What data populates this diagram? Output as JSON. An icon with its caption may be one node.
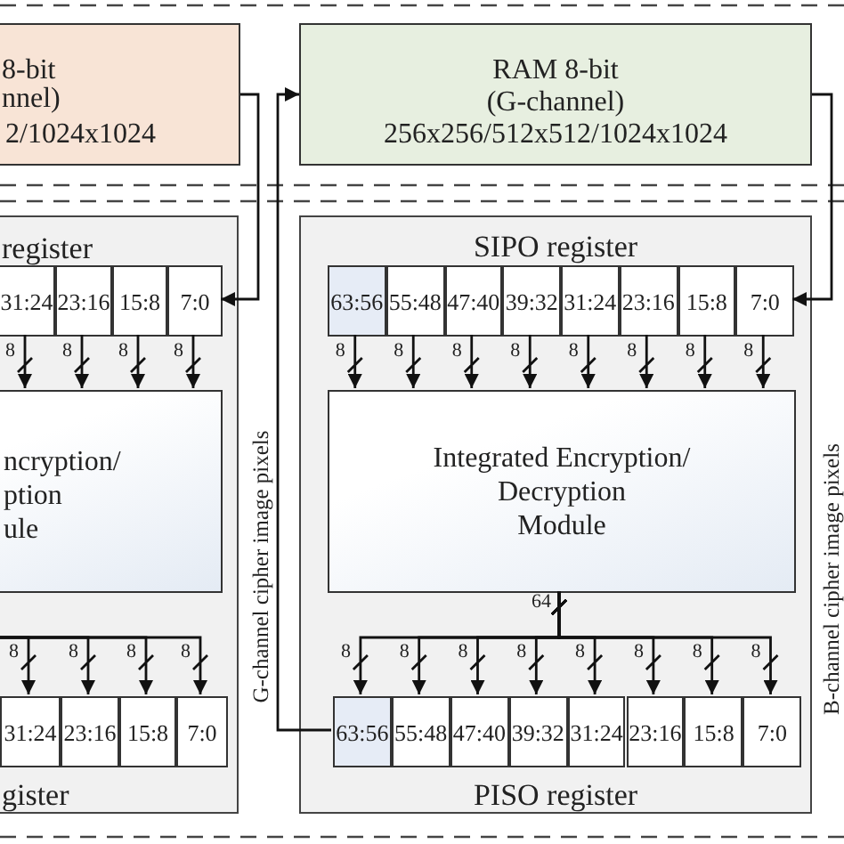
{
  "diagram": {
    "nodes": [
      {
        "text": [
          "8-bit",
          "nnel)",
          "2/1024x1024"
        ]
      },
      {
        "text": [
          "RAM 8-bit",
          "(G-channel)",
          "256x256/512x512/1024x1024"
        ]
      },
      {
        "text": [
          "register",
          "gister"
        ]
      },
      {
        "text": [
          "31:24"
        ],
        "in": 2
      },
      {
        "text": [
          "23:16"
        ],
        "in": 2
      },
      {
        "text": [
          "15:8"
        ],
        "in": 2
      },
      {
        "text": [
          "7:0"
        ],
        "in": 2
      },
      {
        "text": [
          "ncryption/",
          "ption",
          "ule"
        ],
        "in": 2
      },
      {
        "text": [
          "31:24"
        ],
        "in": 2
      },
      {
        "text": [
          "23:16"
        ],
        "in": 2
      },
      {
        "text": [
          "15:8"
        ],
        "in": 2
      },
      {
        "text": [
          "7:0"
        ],
        "in": 2
      },
      {
        "text": [
          "SIPO register",
          "PISO register"
        ]
      },
      {
        "text": [
          "63:56"
        ],
        "in": 12
      },
      {
        "text": [
          "55:48"
        ],
        "in": 12
      },
      {
        "text": [
          "47:40"
        ],
        "in": 12
      },
      {
        "text": [
          "39:32"
        ],
        "in": 12
      },
      {
        "text": [
          "31:24"
        ],
        "in": 12
      },
      {
        "text": [
          "23:16"
        ],
        "in": 12
      },
      {
        "text": [
          "15:8"
        ],
        "in": 12
      },
      {
        "text": [
          "7:0"
        ],
        "in": 12
      },
      {
        "text": [
          "Integrated Encryption/",
          "Decryption",
          "Module"
        ],
        "in": 12
      },
      {
        "text": [
          "63:56"
        ],
        "in": 12
      },
      {
        "text": [
          "55:48"
        ],
        "in": 12
      },
      {
        "text": [
          "47:40"
        ],
        "in": 12
      },
      {
        "text": [
          "39:32"
        ],
        "in": 12
      },
      {
        "text": [
          "31:24"
        ],
        "in": 12
      },
      {
        "text": [
          "23:16"
        ],
        "in": 12
      },
      {
        "text": [
          "15:8"
        ],
        "in": 12
      },
      {
        "text": [
          "7:0"
        ],
        "in": 12
      }
    ],
    "edges": [
      {
        "from": 0,
        "to": 6,
        "arrow": "to"
      },
      {
        "from": 1,
        "to": 20,
        "arrow": "to"
      },
      {
        "from": 22,
        "to": 1,
        "arrow": "to",
        "label": "G-channel cipher image pixels"
      },
      {
        "from": 3,
        "to": 7,
        "arrow": "to",
        "label": "8"
      },
      {
        "from": 4,
        "to": 7,
        "arrow": "to",
        "label": "8"
      },
      {
        "from": 5,
        "to": 7,
        "arrow": "to",
        "label": "8"
      },
      {
        "from": 6,
        "to": 7,
        "arrow": "to",
        "label": "8"
      },
      {
        "from": 13,
        "to": 21,
        "arrow": "to",
        "label": "8"
      },
      {
        "from": 14,
        "to": 21,
        "arrow": "to",
        "label": "8"
      },
      {
        "from": 15,
        "to": 21,
        "arrow": "to",
        "label": "8"
      },
      {
        "from": 16,
        "to": 21,
        "arrow": "to",
        "label": "8"
      },
      {
        "from": 17,
        "to": 21,
        "arrow": "to",
        "label": "8"
      },
      {
        "from": 18,
        "to": 21,
        "arrow": "to",
        "label": "8"
      },
      {
        "from": 19,
        "to": 21,
        "arrow": "to",
        "label": "8"
      },
      {
        "from": 20,
        "to": 21,
        "arrow": "to",
        "label": "8"
      },
      {
        "from": 7,
        "to": 8,
        "arrow": "to",
        "label": "8"
      },
      {
        "from": 7,
        "to": 9,
        "arrow": "to",
        "label": "8"
      },
      {
        "from": 7,
        "to": 10,
        "arrow": "to",
        "label": "8"
      },
      {
        "from": 7,
        "to": 11,
        "arrow": "to",
        "label": "8"
      },
      {
        "from": 21,
        "to": 22,
        "arrow": "to",
        "label": "8"
      },
      {
        "from": 21,
        "to": 23,
        "arrow": "to",
        "label": "8"
      },
      {
        "from": 21,
        "to": 24,
        "arrow": "to",
        "label": "8"
      },
      {
        "from": 21,
        "to": 25,
        "arrow": "to",
        "label": "8"
      },
      {
        "from": 21,
        "to": 26,
        "arrow": "to",
        "label": "8"
      },
      {
        "from": 21,
        "to": 27,
        "arrow": "to",
        "label": "8"
      },
      {
        "from": 21,
        "to": 28,
        "arrow": "to",
        "label": "8"
      },
      {
        "from": 21,
        "to": 29,
        "arrow": "to",
        "label": "8"
      }
    ],
    "labels": [
      "64",
      "B-channel cipher image pixels"
    ]
  }
}
